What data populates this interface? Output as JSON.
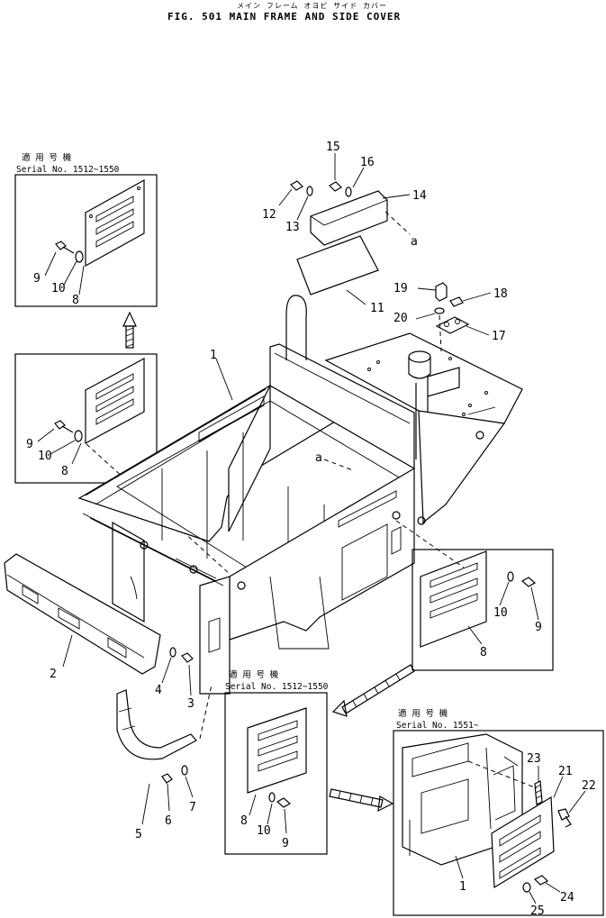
{
  "header": {
    "kana": "メイン フレーム オヨビ サイド カバー",
    "title": "FIG. 501  MAIN FRAME AND SIDE COVER"
  },
  "serial_boxes": [
    {
      "kanji": "適 用 号 機",
      "serial": "Serial No. 1512~1550"
    },
    {
      "kanji": "適 用 号 機",
      "serial": "Serial No. 1512~1550"
    },
    {
      "kanji": "適 用 号 機",
      "serial": "Serial No. 1551~"
    }
  ],
  "part_labels": {
    "p1": "1",
    "p1b": "1",
    "p2": "2",
    "p3": "3",
    "p4": "4",
    "p5": "5",
    "p6": "6",
    "p7": "7",
    "p8a": "8",
    "p8b": "8",
    "p8c": "8",
    "p8d": "8",
    "p9a": "9",
    "p9b": "9",
    "p9c": "9",
    "p9d": "9",
    "p10a": "10",
    "p10b": "10",
    "p10c": "10",
    "p10d": "10",
    "p11": "11",
    "p12": "12",
    "p13": "13",
    "p14": "14",
    "p15": "15",
    "p16": "16",
    "p17": "17",
    "p18": "18",
    "p19": "19",
    "p20": "20",
    "p21": "21",
    "p22": "22",
    "p23": "23",
    "p24": "24",
    "p25": "25",
    "refA1": "a",
    "refA2": "a"
  }
}
